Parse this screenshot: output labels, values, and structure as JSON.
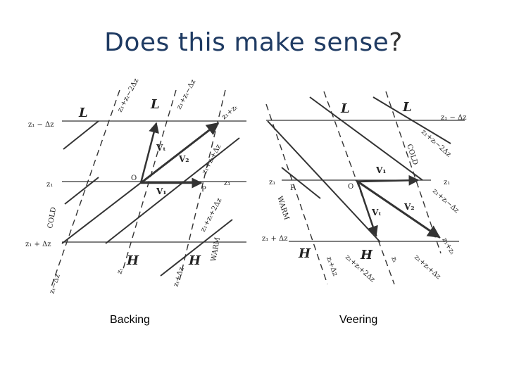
{
  "title": {
    "main": "Does this make sense",
    "punct": "?"
  },
  "captions": {
    "left": "Backing",
    "right": "Veering"
  },
  "left_diagram": {
    "labels": {
      "iso_top": "z₁ − Δz",
      "iso_mid": "z₁",
      "iso_bot": "z₁ + Δz",
      "iso_mid_right": "z₁",
      "thick_1": "z₁+zₜ−2Δz",
      "thick_2": "z₁+zₜ−Δz",
      "thick_3": "z₁+zₜ",
      "thick_4": "z₁+zₜ+Δz",
      "thick_5": "z₁+zₜ+2Δz",
      "bottom_1": "zₜ−Δz",
      "bottom_2": "zₜ",
      "bottom_3": "zₜ+Δz",
      "low_1": "L",
      "low_2": "L",
      "high_1": "H",
      "high_2": "H",
      "cold": "COLD",
      "warm": "WARM",
      "origin": "O",
      "point_p": "P",
      "v1": "V₁",
      "v2": "V₂",
      "vt": "Vₜ"
    }
  },
  "right_diagram": {
    "labels": {
      "iso_top": "z₁ − Δz",
      "iso_mid": "z₁",
      "iso_mid_left": "z₁",
      "iso_bot": "z₁ + Δz",
      "thick_1": "z₁+zₜ−2Δz",
      "thick_2": "z₁+zₜ−Δz",
      "thick_3": "z₁+zₜ",
      "thick_4": "z₁+zₜ+Δz",
      "thick_5": "z₁+zₜ+2Δz",
      "bottom_1": "zₜ+Δz",
      "bottom_2": "zₜ",
      "low_1": "L",
      "low_2": "L",
      "high_1": "H",
      "high_2": "H",
      "cold": "COLD",
      "warm": "WARM",
      "origin": "O",
      "point_p": "P",
      "v1": "V₁",
      "v2": "V₂",
      "vt": "Vₜ"
    }
  },
  "colors": {
    "title": "#1f3b63",
    "line": "#333333"
  }
}
